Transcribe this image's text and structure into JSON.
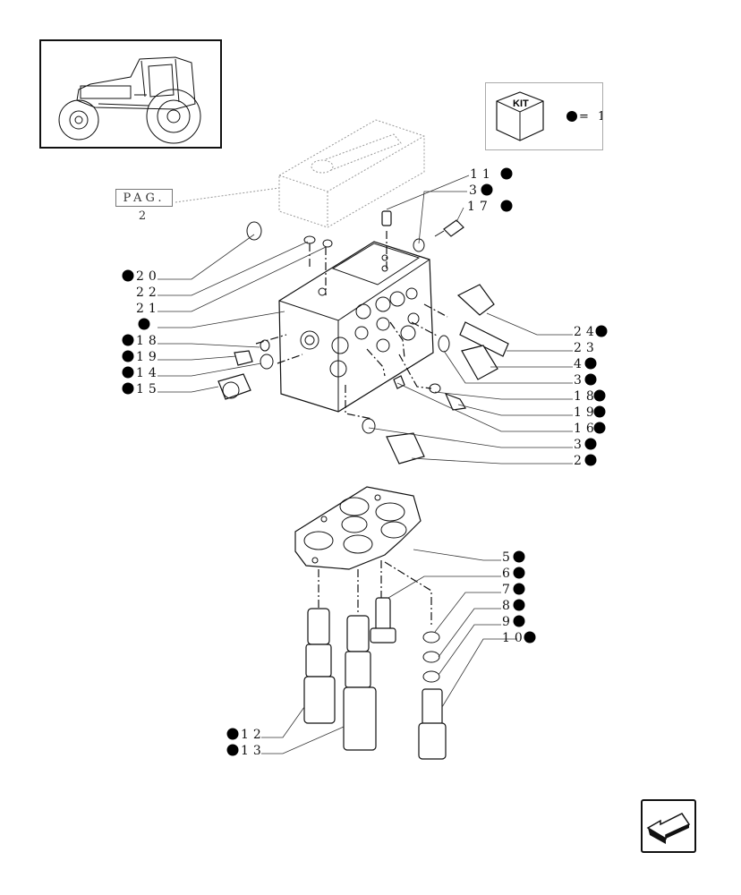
{
  "page_ref": "PAG. 2",
  "kit": {
    "title": "KIT",
    "equals": "= 1"
  },
  "callouts": [
    {
      "id": "c11",
      "number": "11",
      "side": "right"
    },
    {
      "id": "c3a",
      "number": "3",
      "side": "right"
    },
    {
      "id": "c17",
      "number": "17",
      "side": "right"
    },
    {
      "id": "c20",
      "number": "20",
      "side": "left"
    },
    {
      "id": "c22",
      "number": "22",
      "side": "none"
    },
    {
      "id": "c21",
      "number": "21",
      "side": "none"
    },
    {
      "id": "cblank",
      "number": "",
      "side": "left"
    },
    {
      "id": "c18a",
      "number": "18",
      "side": "left"
    },
    {
      "id": "c19a",
      "number": "19",
      "side": "left"
    },
    {
      "id": "c14",
      "number": "14",
      "side": "left"
    },
    {
      "id": "c15",
      "number": "15",
      "side": "left"
    },
    {
      "id": "c24",
      "number": "24",
      "side": "right"
    },
    {
      "id": "c23",
      "number": "23",
      "side": "none"
    },
    {
      "id": "c4",
      "number": "4",
      "side": "right"
    },
    {
      "id": "c3b",
      "number": "3",
      "side": "right"
    },
    {
      "id": "c18b",
      "number": "18",
      "side": "right"
    },
    {
      "id": "c19b",
      "number": "19",
      "side": "right"
    },
    {
      "id": "c16",
      "number": "16",
      "side": "right"
    },
    {
      "id": "c3c",
      "number": "3",
      "side": "right"
    },
    {
      "id": "c2",
      "number": "2",
      "side": "right"
    },
    {
      "id": "c5",
      "number": "5",
      "side": "right"
    },
    {
      "id": "c6",
      "number": "6",
      "side": "right"
    },
    {
      "id": "c7",
      "number": "7",
      "side": "right"
    },
    {
      "id": "c8",
      "number": "8",
      "side": "right"
    },
    {
      "id": "c9",
      "number": "9",
      "side": "right"
    },
    {
      "id": "c10",
      "number": "10",
      "side": "right"
    },
    {
      "id": "c12",
      "number": "12",
      "side": "left"
    },
    {
      "id": "c13",
      "number": "13",
      "side": "left"
    }
  ]
}
